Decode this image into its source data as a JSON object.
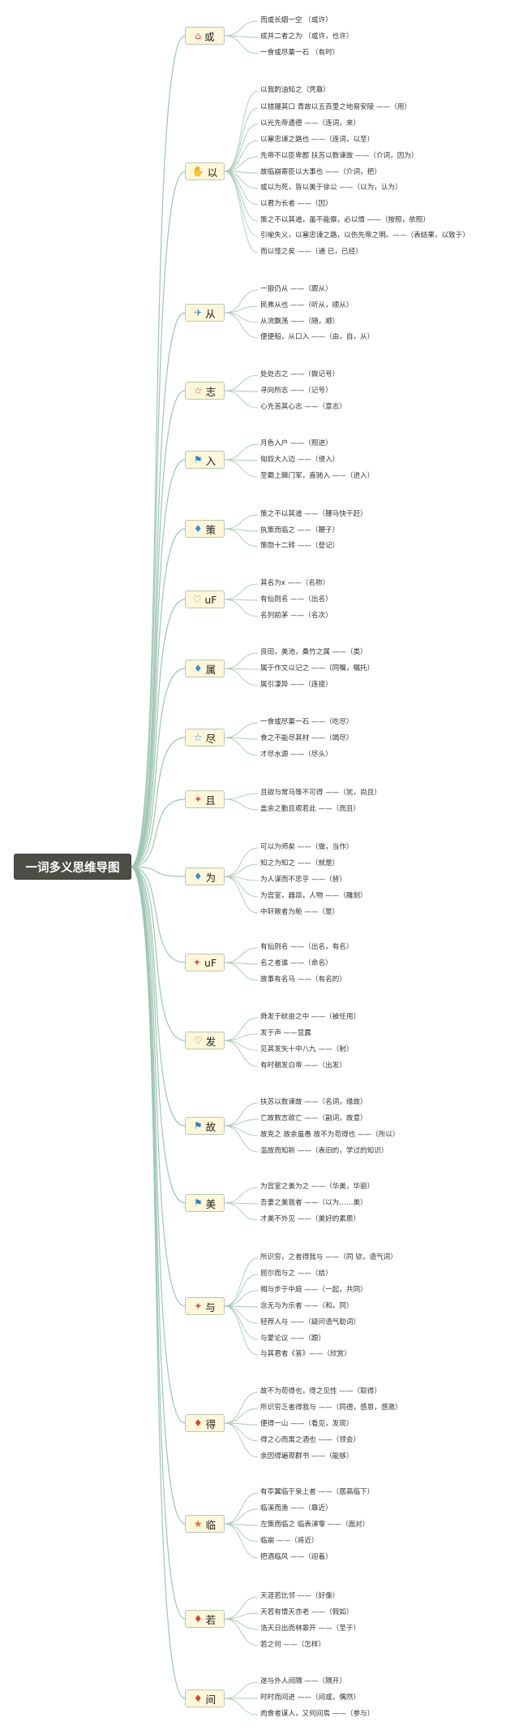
{
  "root": {
    "title": "一词多义思维导图"
  },
  "branches": [
    {
      "icon": "house-icon",
      "color": "#e05050",
      "term": "或",
      "items": [
        "而或长烟一空 （或许）",
        "成并二者之为 （或许，也许）",
        "一食或尽粟一石 （有时）"
      ]
    },
    {
      "icon": "raised-hand-icon",
      "color": "#e2a92a",
      "term": "以",
      "items": [
        "以我酌油知之（凭靠）",
        "以错履其口 青故以五百里之地易安陵 ——（用）",
        "以光先帝遗德 ——（连词，来）",
        "以塞忠谏之路也 ——（连词，以至）",
        "先帝不以臣卑鄙 扶苏以数谏故 ——（介词，因为）",
        "故临崩寄臣以大事也 ——（介词，把）",
        "或以为死，皆以美于徐公 ——（以为，认为）",
        "以君为长者 ——（因）",
        "策之不以其道，虽不能察，必以情 ——（按照，依照）",
        "引喻失义，以塞忠谏之路，以伤先帝之明。——（表结果，以致于）",
        "而以怪之矣 ——（通 已，已经）"
      ]
    },
    {
      "icon": "paper-plane-icon",
      "color": "#3b8fd6",
      "term": "从",
      "items": [
        "一狼仍从 ——（跟从）",
        "民弗从也 ——（听从，顺从）",
        "从流飘荡 ——（随，顺）",
        "便便船，从口入 ——（由，自，从）"
      ]
    },
    {
      "icon": "star-outline-icon",
      "color": "#e05050",
      "term": "志",
      "items": [
        "处处志之 ——（做记号）",
        "寻向所志 ——（记号）",
        "心先苦其心志 ——（意志）"
      ]
    },
    {
      "icon": "flag-icon",
      "color": "#2f7fd1",
      "term": "入",
      "items": [
        "月色入户 ——（照进）",
        "匈奴大入边 ——（侵入）",
        "至霸上棘门军，直驰入 ——（进入）"
      ]
    },
    {
      "icon": "flame-blue-icon",
      "color": "#3b8fd6",
      "term": "策",
      "items": [
        "策之不以其道 ——（鞭马快干赶）",
        "执策而临之 ——（鞭子）",
        "策勋十二转 ——（登记）"
      ]
    },
    {
      "icon": "heart-outline-icon",
      "color": "#e05050",
      "term": "uF",
      "items": [
        "其名为x ——（名称）",
        "有仙则名 ——（出名）",
        "名列前茅 ——（名次）"
      ]
    },
    {
      "icon": "flame-blue-icon",
      "color": "#3b8fd6",
      "term": "属",
      "items": [
        "良田，美池，桑竹之属 ——（类）",
        "属于作文以记之 ——（同嘱，嘱托）",
        "属引凄异 ——（连接）"
      ]
    },
    {
      "icon": "star-outline-icon",
      "color": "#3b8fd6",
      "term": "尽",
      "items": [
        "一食或尽粟一石 ——（吃尽）",
        "食之不能尽其材 ——（竭尽）",
        "才尽水源 ——（尽头）"
      ]
    },
    {
      "icon": "magic-wand-icon",
      "color": "#e05050",
      "term": "且",
      "items": [
        "且欲与常马等不可得 ——（犹，尚且）",
        "盖余之勤且艰若此 ——（而且）"
      ]
    },
    {
      "icon": "flame-blue-icon",
      "color": "#3b8fd6",
      "term": "为",
      "items": [
        "可以为师矣 ——（做，当作）",
        "知之为知之 ——（就是）",
        "为人谋而不忠乎 ——（替）",
        "为宫室，器皿，人物 ——（雕刻）",
        "中轩敞者为舱 ——（是）"
      ]
    },
    {
      "icon": "magic-wand-icon",
      "color": "#e05050",
      "term": "uF",
      "items": [
        "有仙则名 ——（出名，有名）",
        "名之者谁 ——（命名）",
        "故事有名马 ——（有名的）"
      ]
    },
    {
      "icon": "heart-outline-icon",
      "color": "#e05050",
      "term": "发",
      "items": [
        "舜发于畎亩之中 ——（被任用）",
        "发于声 ——显露",
        "见其发矢十中八九 ——（射）",
        "有时朝发白帝 ——（出发）"
      ]
    },
    {
      "icon": "flag-icon",
      "color": "#2f7fd1",
      "term": "故",
      "items": [
        "扶苏以数谏故 ——（名词，缘故）",
        "亡故数言欲亡 ——（副词，故意）",
        "故克之 故余虽愚 故不为苟得也 ——（所以）",
        "温故而知新 ——（表旧的，学过的知识）"
      ]
    },
    {
      "icon": "flag-icon",
      "color": "#2f7fd1",
      "term": "美",
      "items": [
        "为宫室之美为之 ——（华美，华丽）",
        "吾妻之美我者 ——（以为……美）",
        "才美不外见 ——（美好的素质）"
      ]
    },
    {
      "icon": "magic-wand-icon",
      "color": "#e05050",
      "term": "与",
      "items": [
        "所识穷，之者得我与 ——（同 欤，语气词）",
        "屈尔而与之 ——（给）",
        "相与步于中庭 ——（一起，共同）",
        "念无与为乐者 ——（和，同）",
        "轻荐人与 ——（疑问语气助词）",
        "与蒙论议 ——（跟）",
        "与其君者《答》——（欣赏）"
      ]
    },
    {
      "icon": "flame-red-icon",
      "color": "#e0402a",
      "term": "得",
      "items": [
        "故不为苟得也，得之见性 ——（取得）",
        "所识穷乏者得我与 ——（同德，感恩，感激）",
        "便得一山 ——（看见，发现）",
        "得之心而寓之酒也 ——（领会）",
        "余因得遍观群书 ——（能够）"
      ]
    },
    {
      "icon": "star-filled-icon",
      "color": "#e8732a",
      "term": "临",
      "items": [
        "有亭翼临于泉上者 ——（居高临下）",
        "临溪而渔 ——（靠近）",
        "左策而临之 临表涕零 ——（面对）",
        "临崩 ——（将近）",
        "把酒临风 ——（迎着）"
      ]
    },
    {
      "icon": "flame-red-icon",
      "color": "#e0402a",
      "term": "若",
      "items": [
        "天涯若比邻 ——（好像）",
        "天若有情天亦老 ——（假如）",
        "浩天日出而林霏开 ——（至于）",
        "若之何 ——（怎样）"
      ]
    },
    {
      "icon": "flame-red-icon",
      "color": "#e0402a",
      "term": "间",
      "items": [
        "遂与外人间隔 ——（隔开）",
        "时时而间进 ——（间或，偶然）",
        "肉食者谋人，又何间焉 ——（参与）"
      ]
    }
  ]
}
